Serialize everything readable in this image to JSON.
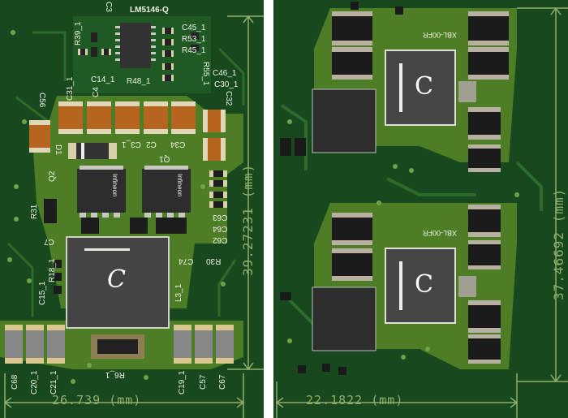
{
  "left": {
    "ic_label": "LM5146-Q",
    "refs": {
      "c3": "C3",
      "r39": "R39_1",
      "c45": "C45_1",
      "r53": "R53_1",
      "r45": "R45_1",
      "c14": "C14_1",
      "r48": "R48_1",
      "r55": "R55_1",
      "c46": "C46_1",
      "c30": "C30_1",
      "c31": "C31_1",
      "c4": "C4",
      "c32": "C32",
      "c56": "C56",
      "d1": "D1",
      "c34": "C34",
      "c2": "C2",
      "c3b": "C3_1",
      "q1": "Q1",
      "q2": "Q2",
      "r31": "R31",
      "c7": "C7",
      "c63": "C63",
      "c64": "C64",
      "c62": "C62",
      "r30": "R30",
      "c74": "C74",
      "c15": "C15_1",
      "r18": "R18_1",
      "l3": "L3_1",
      "c68": "C68",
      "c20": "C20_1",
      "c21": "C21_1",
      "r6": "R6_1",
      "c19": "C19_1",
      "c57": "C57",
      "c67": "C67"
    },
    "brand": "Infineon",
    "inductor_logo": "C",
    "dim_width": "26.739 (mm)",
    "dim_height": "39.27231 (mm)"
  },
  "right": {
    "inductor_logo_top": "C",
    "inductor_logo_bottom": "C",
    "xbl_top": "XBL-00FR",
    "xbl_bottom": "XBL-00FR",
    "dim_width": "22.1822 (mm)",
    "dim_height": "37.46692 (mm)"
  },
  "colors": {
    "board": "#18481e",
    "copper": "#5a8a2a",
    "silkscreen": "#eef2e8",
    "dimension": "#8fae6a",
    "ic_body": "#3a3a3a",
    "capacitor_orange": "#b5651d"
  }
}
